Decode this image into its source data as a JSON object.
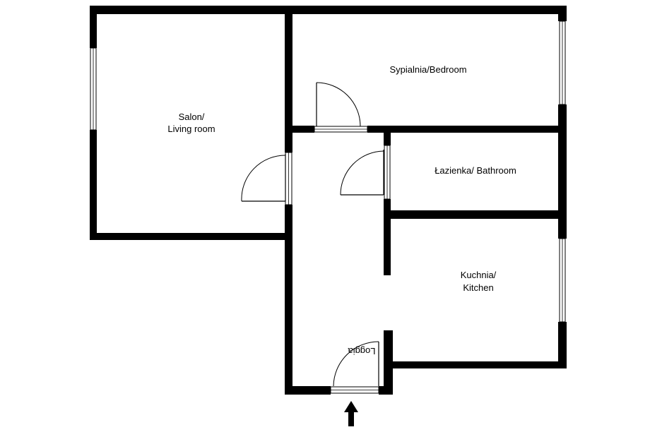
{
  "plan": {
    "rooms": {
      "living_room_line1": "Salon/",
      "living_room_line2": "Living room",
      "bedroom": "Sypialnia/Bedroom",
      "bathroom": "Łazienka/ Bathroom",
      "kitchen_line1": "Kuchnia/",
      "kitchen_line2": "Kitchen",
      "loggia": "Loggia"
    },
    "entrance_icon": "up-arrow-icon",
    "colors": {
      "wall": "#000000",
      "background": "#ffffff"
    }
  }
}
